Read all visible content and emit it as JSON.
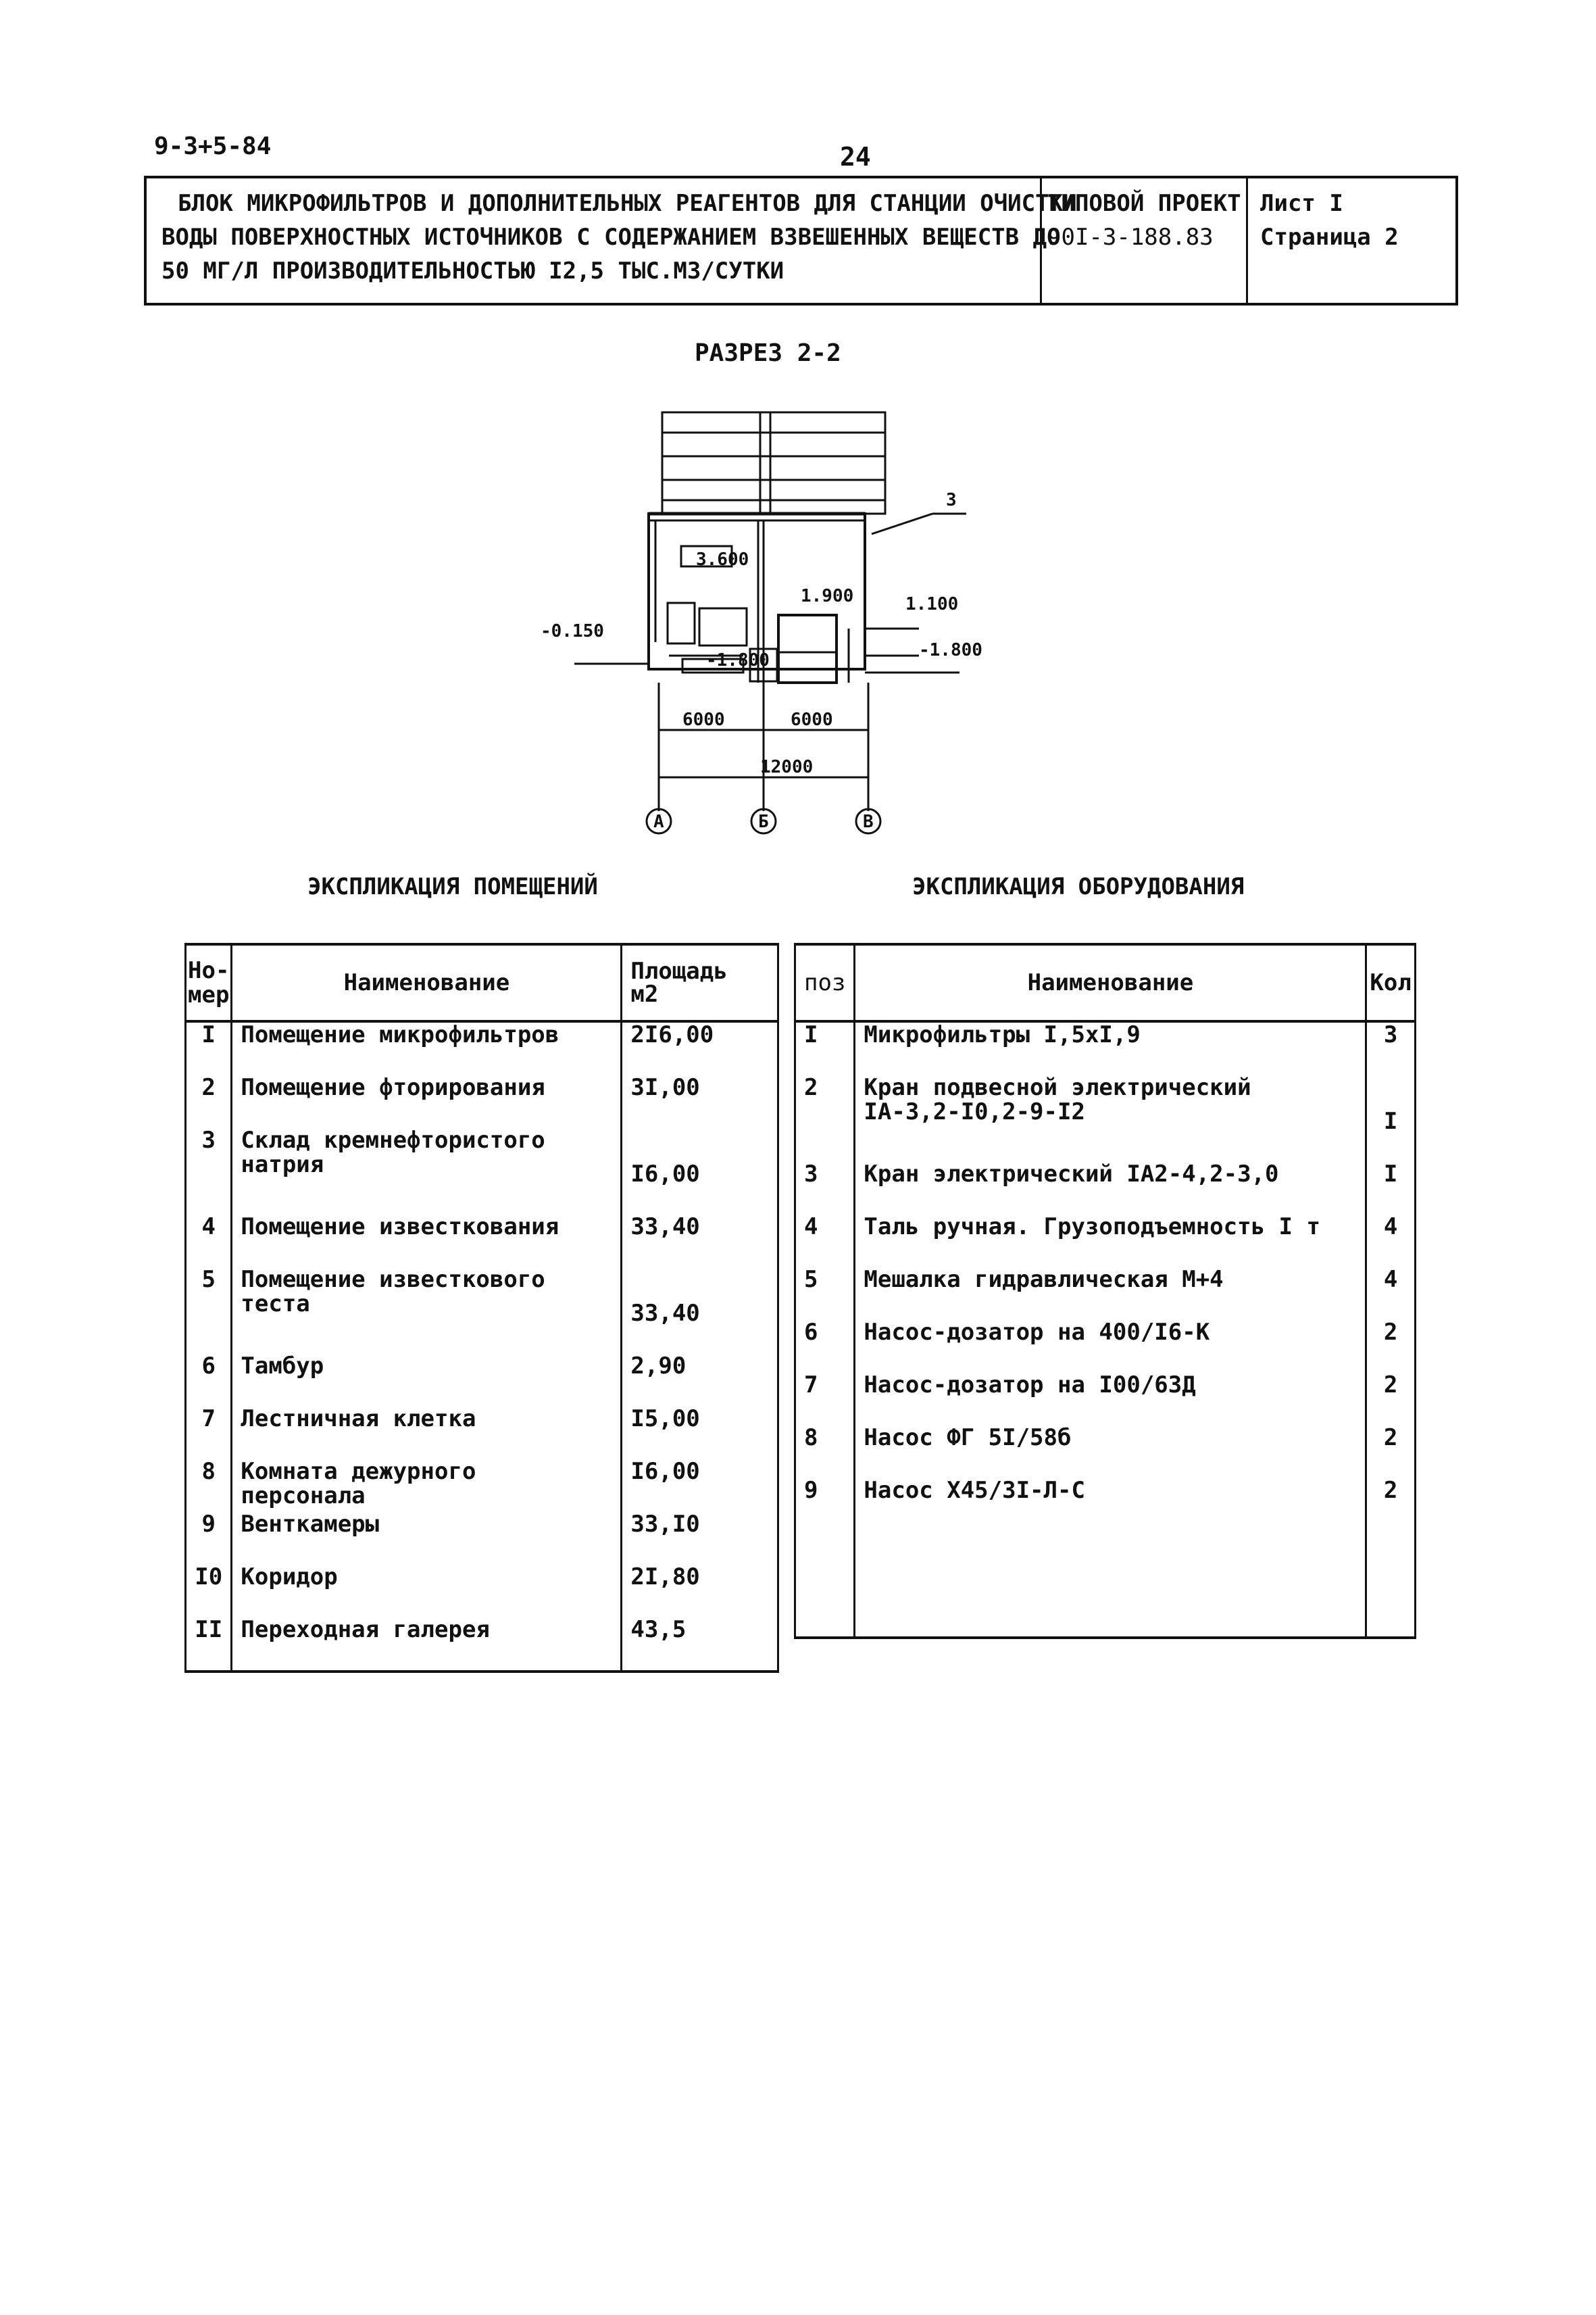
{
  "doc_code": "9-3+5-84",
  "page_number": "24",
  "header": {
    "title_lines": [
      "БЛОК МИКРОФИЛЬТРОВ И ДОПОЛНИТЕЛЬНЫХ РЕАГЕНТОВ ДЛЯ СТАНЦИИ ОЧИСТКИ",
      "ВОДЫ ПОВЕРХНОСТНЫХ ИСТОЧНИКОВ С СОДЕРЖАНИЕМ ВЗВЕШЕННЫХ ВЕЩЕСТВ ДО",
      "50 МГ/Л ПРОИЗВОДИТЕЛЬНОСТЬЮ I2,5 ТЫС.М3/СУТКИ"
    ],
    "project_label": "ТИПОВОЙ ПРОЕКТ",
    "project_number": "90I-3-188.83",
    "sheet_label": "Лист I",
    "page_label": "Страница 2"
  },
  "drawing": {
    "title": "РАЗРЕЗ 2-2",
    "callout": "3",
    "levels": [
      "3.600",
      "1.900",
      "1.100",
      "-0.150",
      "-1.800",
      "-1.800"
    ],
    "dims": [
      "6000",
      "6000",
      "12000"
    ],
    "axes": [
      "А",
      "Б",
      "В"
    ]
  },
  "rooms": {
    "title": "ЭКСПЛИКАЦИЯ ПОМЕЩЕНИЙ",
    "headers": {
      "num": "Но-\nмер",
      "name": "Наименование",
      "area": "Площадь\nм2"
    },
    "rows": [
      {
        "num": "I",
        "name": "Помещение микрофильтров",
        "area": "2I6,00"
      },
      {
        "num": "2",
        "name": "Помещение фторирования",
        "area": "3I,00"
      },
      {
        "num": "3",
        "name": "Склад кремнефтористого\nнатрия",
        "area": "I6,00"
      },
      {
        "num": "4",
        "name": "Помещение известкования",
        "area": "33,40"
      },
      {
        "num": "5",
        "name": "Помещение известкового\nтеста",
        "area": "33,40"
      },
      {
        "num": "6",
        "name": "Тамбур",
        "area": "2,90"
      },
      {
        "num": "7",
        "name": "Лестничная клетка",
        "area": "I5,00"
      },
      {
        "num": "8",
        "name": "Комната дежурного персонала",
        "area": "I6,00"
      },
      {
        "num": "9",
        "name": "Венткамеры",
        "area": "33,I0"
      },
      {
        "num": "I0",
        "name": "Коридор",
        "area": "2I,80"
      },
      {
        "num": "II",
        "name": "Переходная галерея",
        "area": "43,5"
      }
    ]
  },
  "equipment": {
    "title": "ЭКСПЛИКАЦИЯ ОБОРУДОВАНИЯ",
    "headers": {
      "pos": "поз",
      "name": "Наименование",
      "qty": "Кол"
    },
    "rows": [
      {
        "pos": "I",
        "name": "Микрофильтры I,5хI,9",
        "qty": "3"
      },
      {
        "pos": "2",
        "name": "Кран подвесной электрический\nIА-3,2-I0,2-9-I2",
        "qty": "I"
      },
      {
        "pos": "3",
        "name": "Кран электрический IА2-4,2-3,0",
        "qty": "I"
      },
      {
        "pos": "4",
        "name": "Таль ручная. Грузоподъемность I т",
        "qty": "4"
      },
      {
        "pos": "5",
        "name": "Мешалка гидравлическая М+4",
        "qty": "4"
      },
      {
        "pos": "6",
        "name": "Насос-дозатор на 400/I6-К",
        "qty": "2"
      },
      {
        "pos": "7",
        "name": "Насос-дозатор на I00/63Д",
        "qty": "2"
      },
      {
        "pos": "8",
        "name": "Насос ФГ 5I/58б",
        "qty": "2"
      },
      {
        "pos": "9",
        "name": "Насос Х45/3I-Л-С",
        "qty": "2"
      }
    ]
  }
}
